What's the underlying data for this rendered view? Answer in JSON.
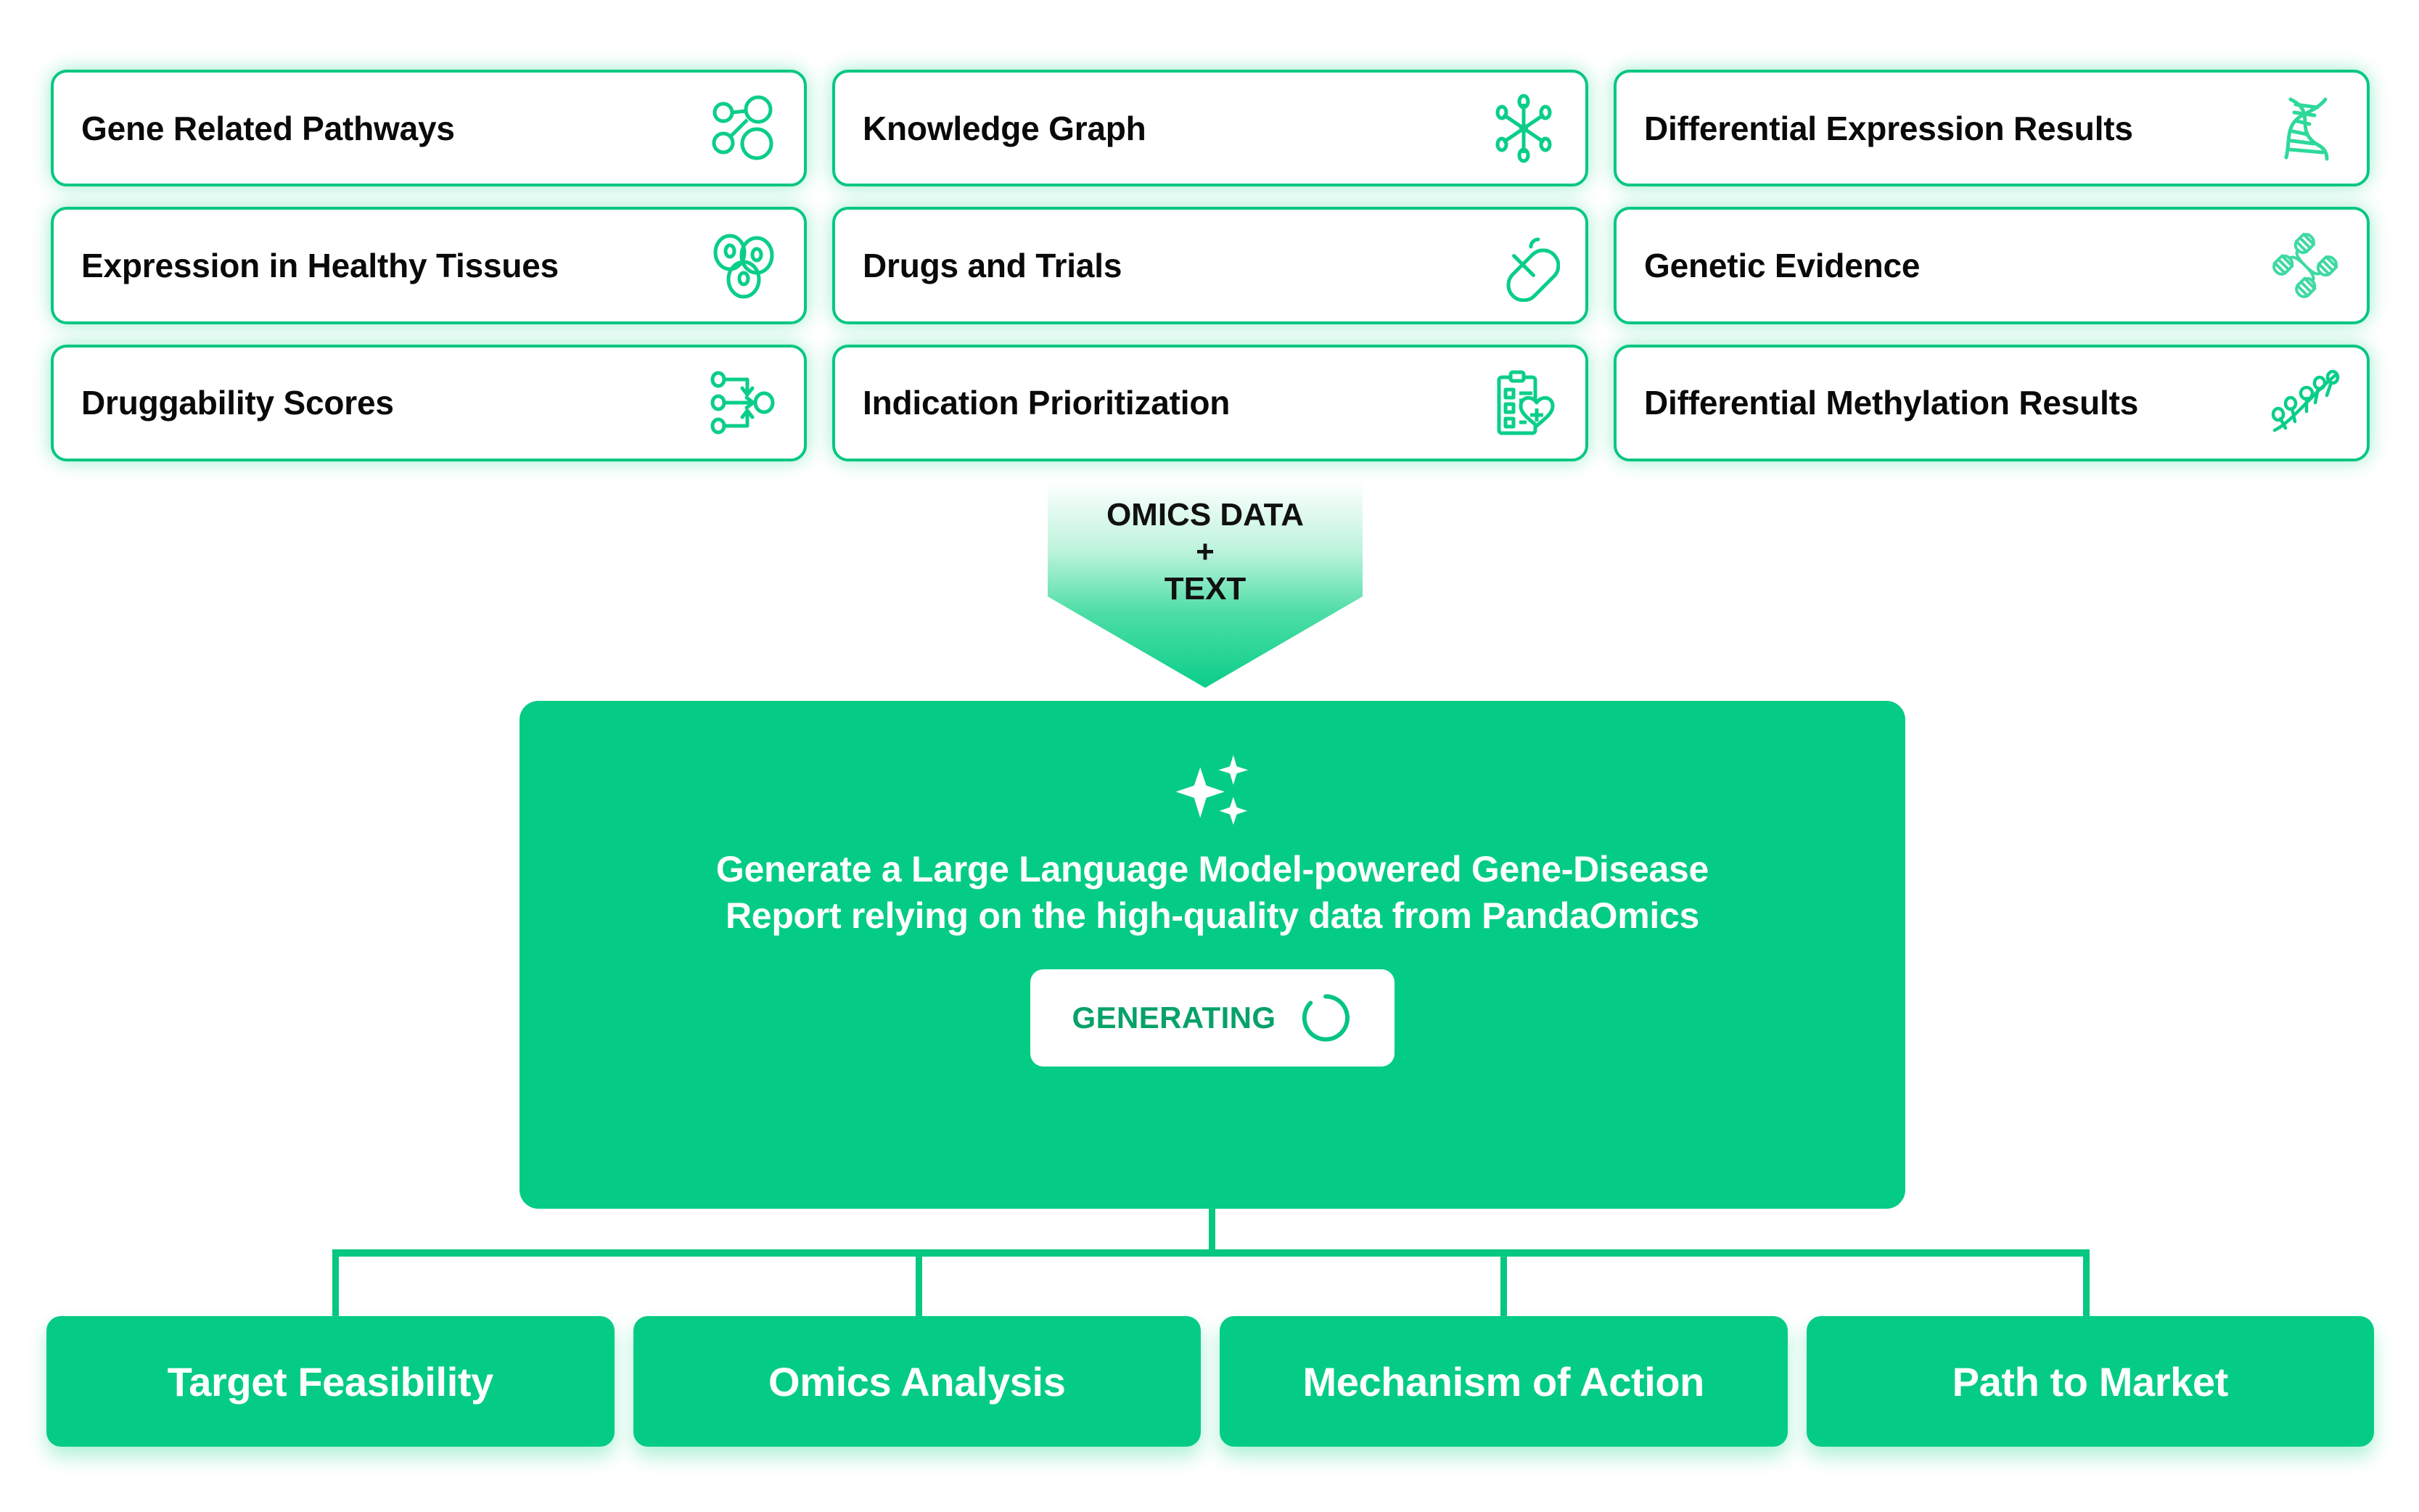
{
  "theme": {
    "brand_green": "#05CC85",
    "border_green": "#08C781",
    "label_green": "#06A268",
    "text_dark": "#0A0A0A",
    "white": "#FFFFFF"
  },
  "sources": {
    "cards": [
      {
        "label": "Gene Related Pathways",
        "icon": "pathway-nodes-icon"
      },
      {
        "label": "Knowledge Graph",
        "icon": "knowledge-graph-icon"
      },
      {
        "label": "Differential Expression Results",
        "icon": "dna-helix-icon"
      },
      {
        "label": "Expression in Healthy Tissues",
        "icon": "cells-icon"
      },
      {
        "label": "Drugs and Trials",
        "icon": "pill-capsule-icon"
      },
      {
        "label": "Genetic Evidence",
        "icon": "chromosome-icon"
      },
      {
        "label": "Druggability Scores",
        "icon": "convergence-arrows-icon"
      },
      {
        "label": "Indication Prioritization",
        "icon": "clipboard-heart-icon"
      },
      {
        "label": "Differential Methylation Results",
        "icon": "methylation-marks-icon"
      }
    ]
  },
  "arrow": {
    "line1": "OMICS DATA",
    "line2": "+",
    "line3": "TEXT"
  },
  "panel": {
    "sparkle_icon": "sparkles-icon",
    "headline_line1": "Generate a Large Language Model-powered Gene-Disease",
    "headline_line2": "Report relying on the high-quality data from PandaOmics",
    "button_label": "GENERATING",
    "button_icon": "loading-spinner-icon"
  },
  "outputs": {
    "cards": [
      {
        "label": "Target Feasibility"
      },
      {
        "label": "Omics Analysis"
      },
      {
        "label": "Mechanism of Action"
      },
      {
        "label": "Path to Market"
      }
    ]
  }
}
